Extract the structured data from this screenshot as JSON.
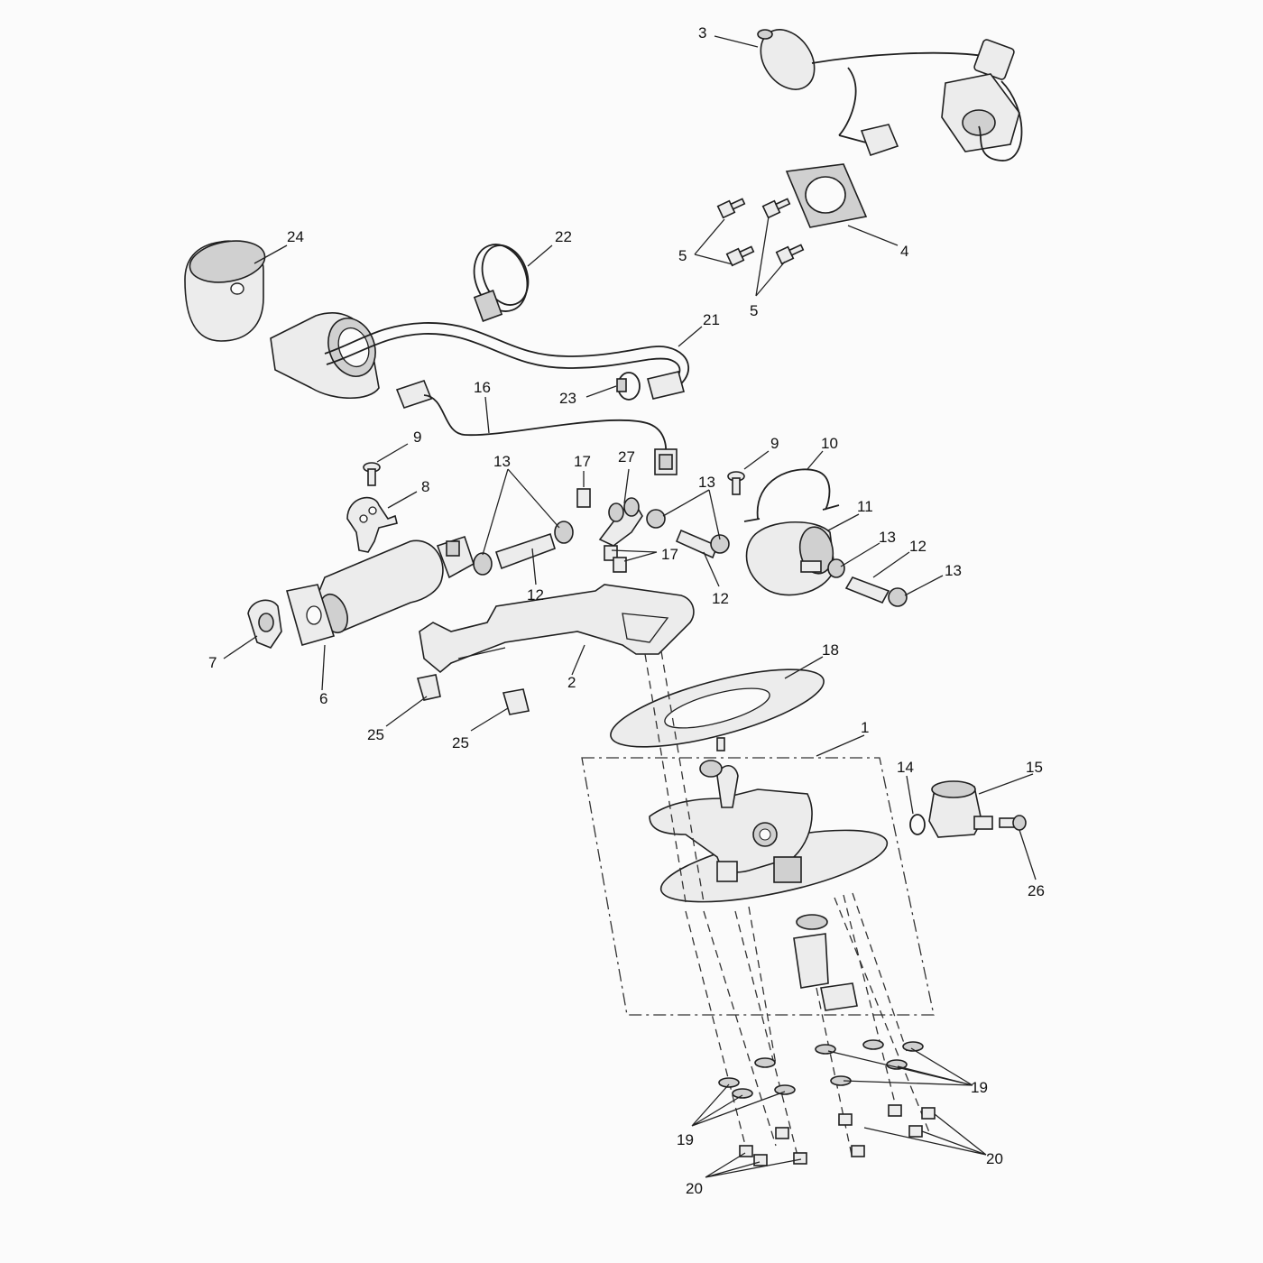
{
  "callouts": {
    "c1": "1",
    "c2": "2",
    "c3": "3",
    "c4": "4",
    "c5a": "5",
    "c5b": "5",
    "c6": "6",
    "c7": "7",
    "c8": "8",
    "c9a": "9",
    "c9b": "9",
    "c10": "10",
    "c11": "11",
    "c12a": "12",
    "c12b": "12",
    "c12c": "12",
    "c13a": "13",
    "c13b": "13",
    "c13c": "13",
    "c13d": "13",
    "c14": "14",
    "c15": "15",
    "c16": "16",
    "c17a": "17",
    "c17b": "17",
    "c18": "18",
    "c19a": "19",
    "c19b": "19",
    "c20a": "20",
    "c20b": "20",
    "c21": "21",
    "c22": "22",
    "c23": "23",
    "c24": "24",
    "c25a": "25",
    "c25b": "25",
    "c26": "26",
    "c27": "27"
  }
}
